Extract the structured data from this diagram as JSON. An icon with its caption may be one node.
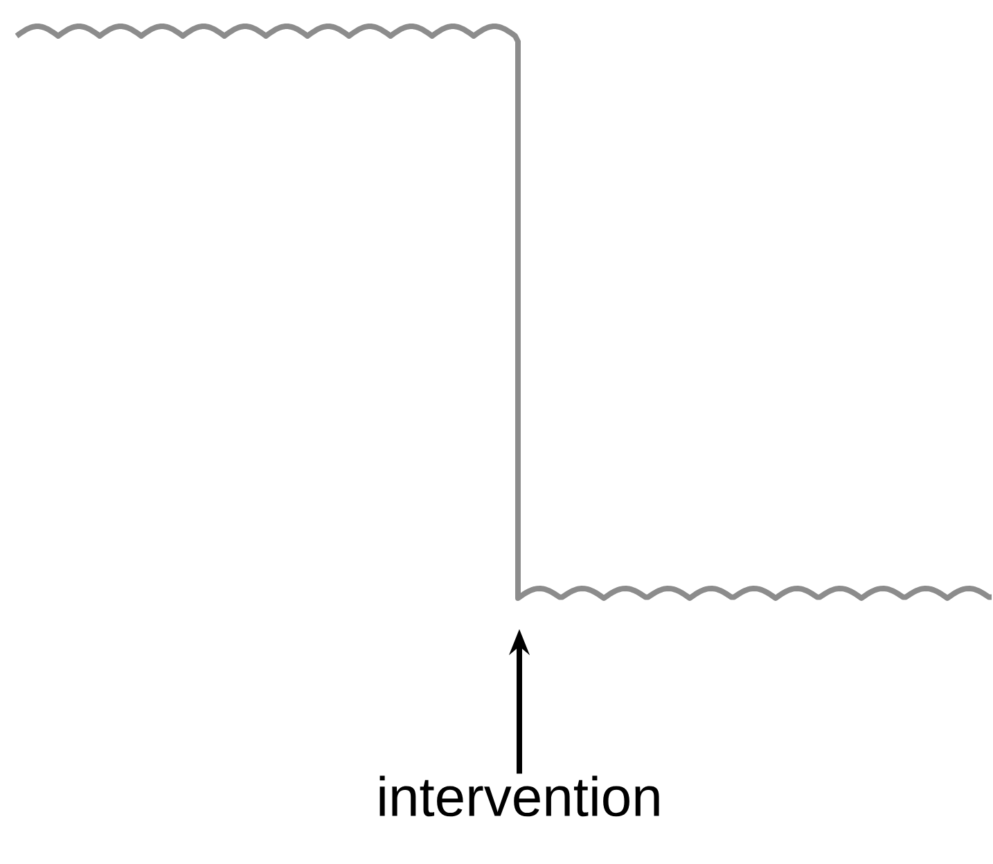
{
  "diagram": {
    "nodes": [
      {
        "text": [
          "intervention"
        ]
      },
      {
        "text": [],
        "shape": "picture"
      }
    ],
    "edges": [
      {
        "from": 0,
        "to": 1,
        "arrow": "to"
      }
    ]
  }
}
